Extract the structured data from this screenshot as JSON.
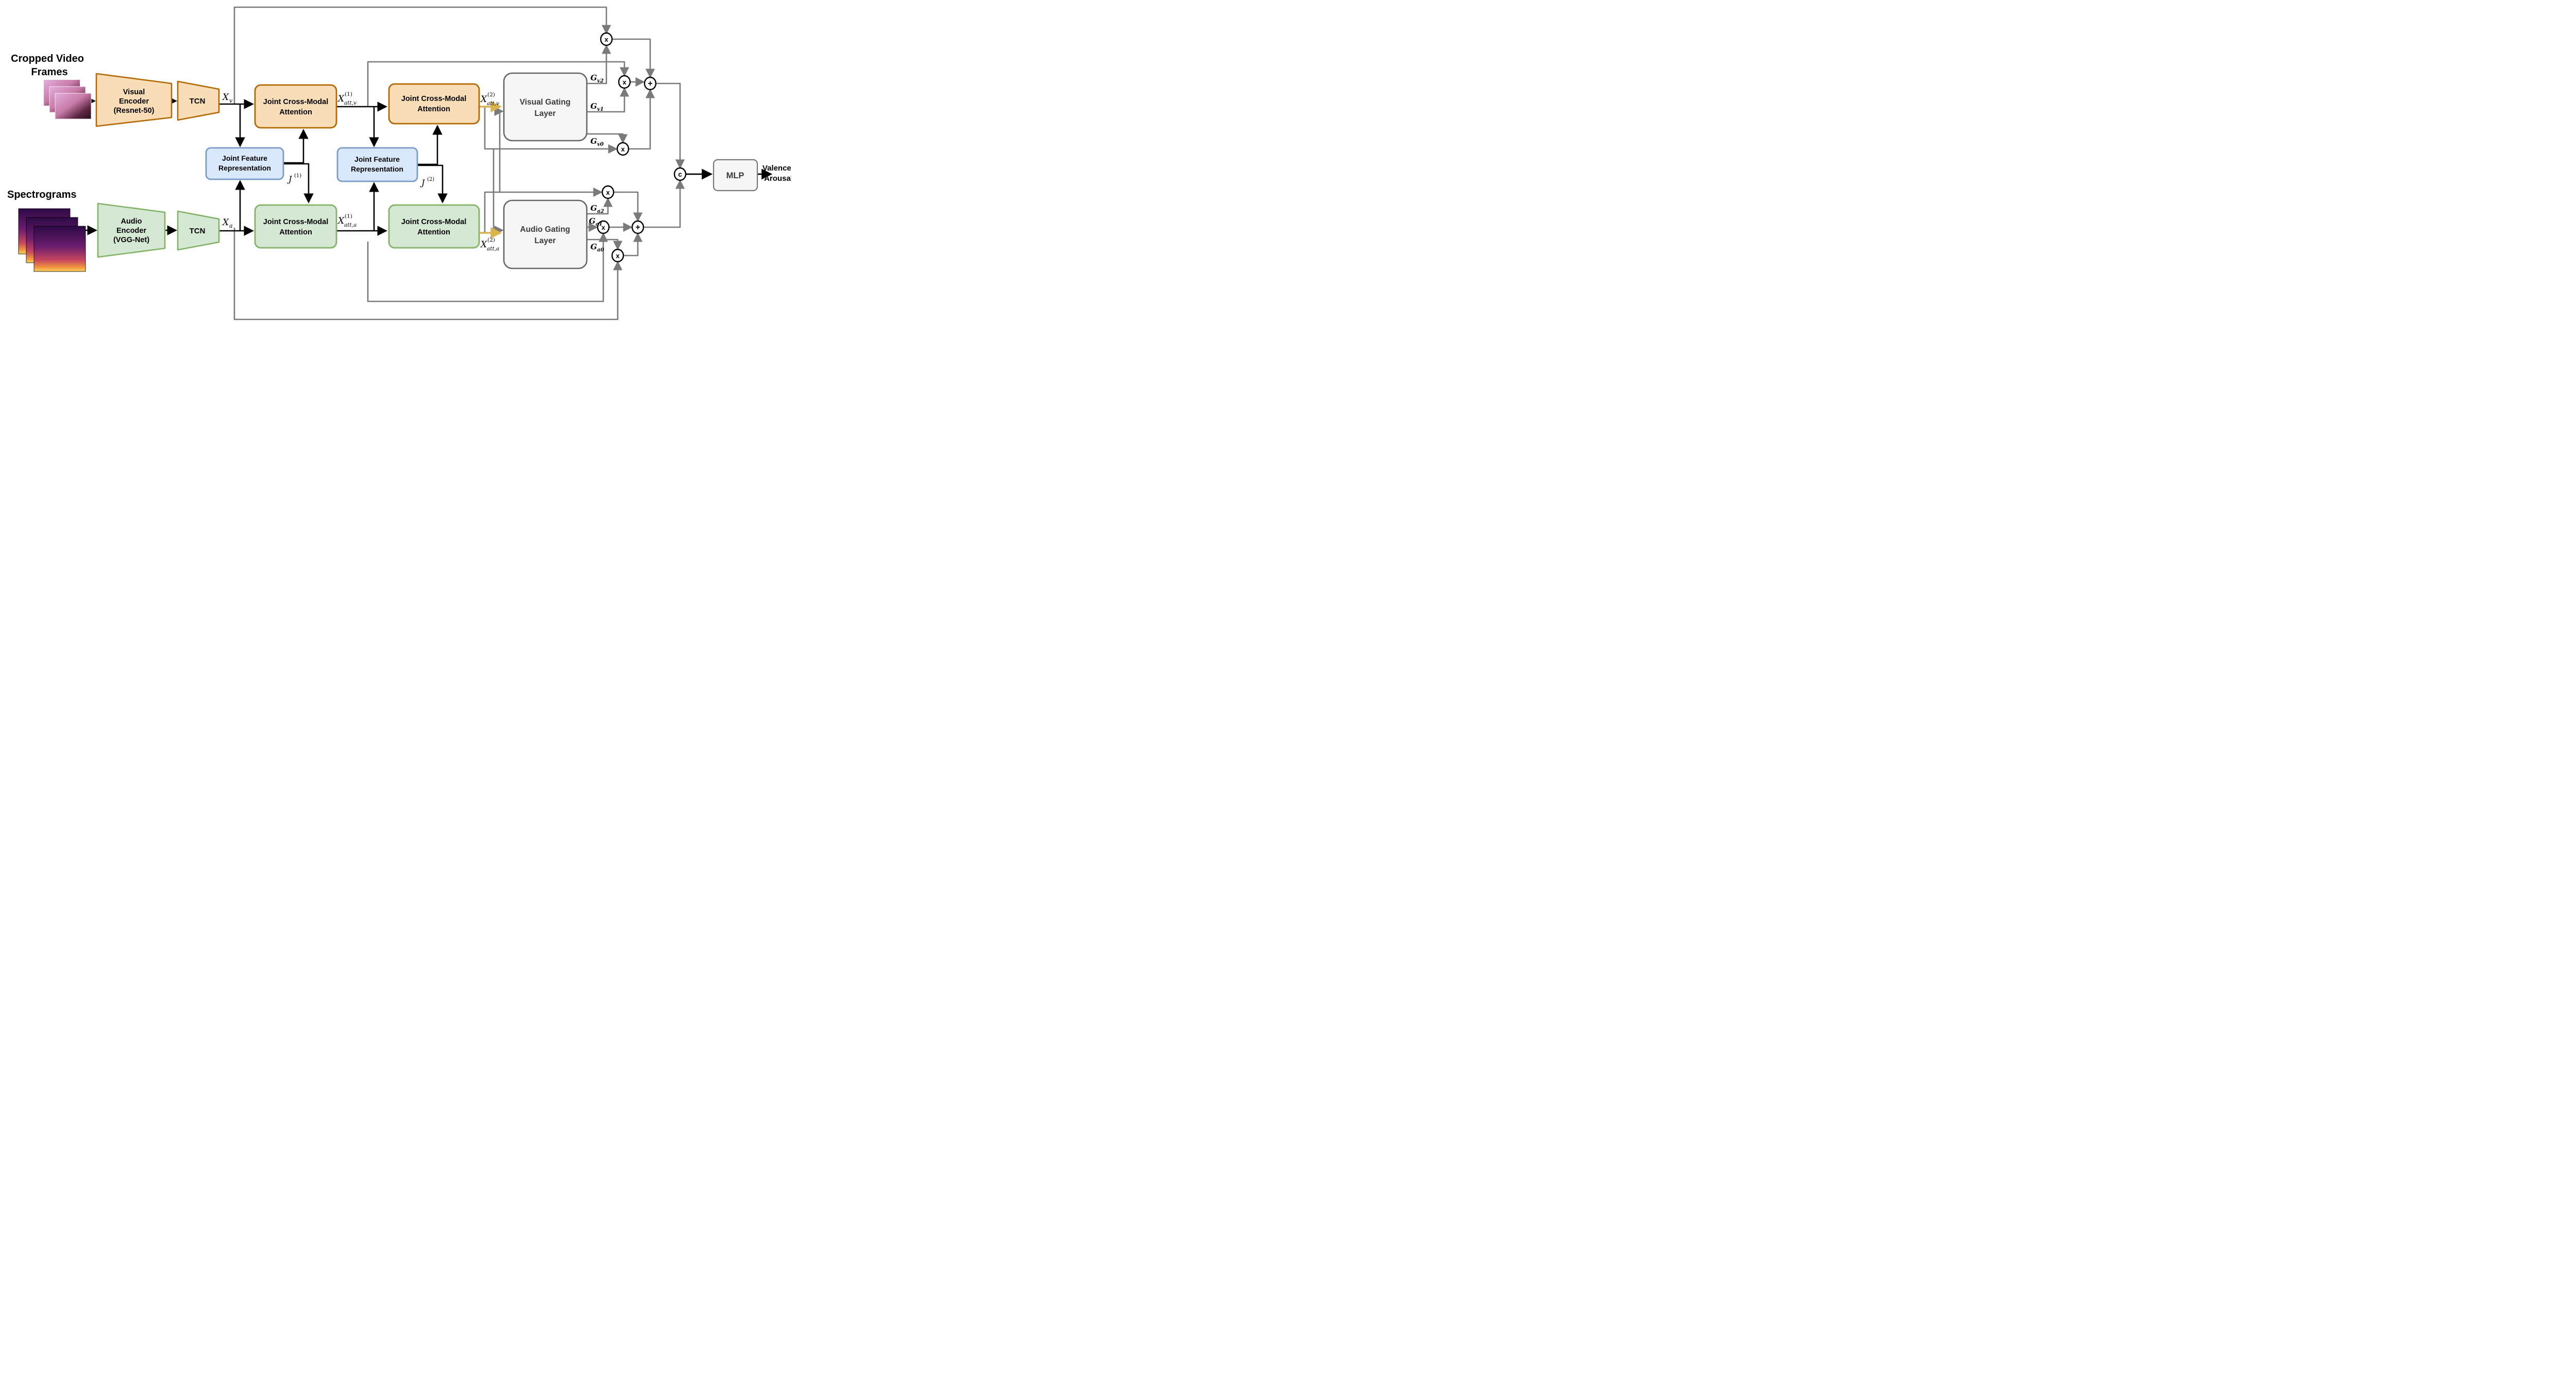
{
  "titles": {
    "video_line1": "Cropped Video",
    "video_line2": "Frames",
    "audio": "Spectrograms"
  },
  "encoders": {
    "visual": [
      "Visual",
      "Encoder",
      "(Resnet-50)"
    ],
    "audio": [
      "Audio",
      "Encoder",
      "(VGG-Net)"
    ],
    "tcn": "TCN"
  },
  "attention": {
    "line1": "Joint Cross-Modal",
    "line2": "Attention"
  },
  "jfr": {
    "line1": "Joint Feature",
    "line2": "Representation"
  },
  "gating": {
    "visual_line1": "Visual Gating",
    "audio_line1": "Audio Gating",
    "line2": "Layer"
  },
  "mlp": "MLP",
  "output": {
    "line1": "Valence /",
    "line2": "Arousal"
  },
  "math": {
    "xv": {
      "base": "X",
      "sub": "v"
    },
    "xa": {
      "base": "X",
      "sub": "a"
    },
    "xattv1": {
      "base": "X",
      "sup": "(1)",
      "sub": "att,v"
    },
    "xattv2": {
      "base": "X",
      "sup": "(2)",
      "sub": "att,v"
    },
    "xatta1": {
      "base": "X",
      "sup": "(1)",
      "sub": "att,a"
    },
    "xatta2": {
      "base": "X",
      "sup": "(2)",
      "sub": "att,a"
    },
    "j1": {
      "base": "J",
      "sup": "(1)"
    },
    "j2": {
      "base": "J",
      "sup": "(2)"
    },
    "gv2": {
      "base": "G",
      "sub": "v2"
    },
    "gv1": {
      "base": "G",
      "sub": "v1"
    },
    "gv0": {
      "base": "G",
      "sub": "v0"
    },
    "ga2": {
      "base": "G",
      "sub": "a2"
    },
    "ga1": {
      "base": "G",
      "sub": "a1"
    },
    "ga0": {
      "base": "G",
      "sub": "a0"
    }
  },
  "nodes": {
    "multiply": "x",
    "add": "+",
    "concat": "c"
  },
  "colors": {
    "orange_fill": "#f9ddb7",
    "orange_stroke": "#b46804",
    "green_fill": "#d5e8d4",
    "green_stroke": "#82b366",
    "blue_fill": "#dae8fc",
    "blue_stroke": "#7a9cc6",
    "gray_fill": "#f6f6f6",
    "gray_stroke": "#666666",
    "wire_gray": "#7a7a7a",
    "wire_yellow": "#d9b34e",
    "wire_black": "#000000"
  }
}
